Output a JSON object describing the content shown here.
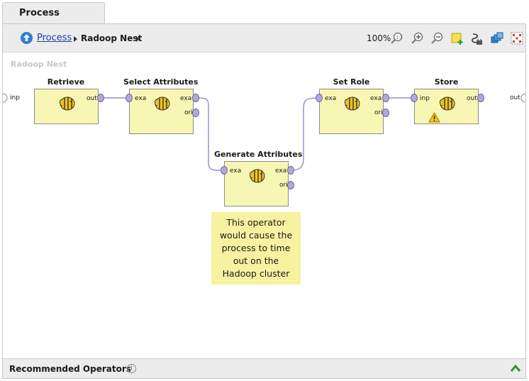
{
  "tab": {
    "label": "Process"
  },
  "breadcrumb": {
    "root": "Process",
    "current": "Radoop Nest"
  },
  "toolbar": {
    "zoom": "100%"
  },
  "canvas": {
    "nest_label": "Radoop Nest",
    "outer_ports": {
      "left": "inp",
      "right": "out"
    },
    "operators": [
      {
        "title": "Retrieve",
        "ports_in": [],
        "ports_out": [
          "out"
        ]
      },
      {
        "title": "Select Attributes",
        "ports_in": [
          "exa"
        ],
        "ports_out": [
          "exa",
          "ori"
        ]
      },
      {
        "title": "Generate Attributes",
        "ports_in": [
          "exa"
        ],
        "ports_out": [
          "exa",
          "ori"
        ]
      },
      {
        "title": "Set Role",
        "ports_in": [
          "exa"
        ],
        "ports_out": [
          "exa",
          "ori"
        ]
      },
      {
        "title": "Store",
        "ports_in": [
          "inp"
        ],
        "ports_out": [
          "out"
        ],
        "warning": true
      }
    ],
    "note": "This operator would cause the process to time out on the Hadoop cluster"
  },
  "bottom": {
    "title": "Recommended Operators",
    "info_icon": "i"
  },
  "colors": {
    "operator_fill": "#f8f6b4",
    "note_fill": "#f8f1a0",
    "port": "#b3a8d8",
    "wire": "#9a8fcf",
    "accent_green": "#2a9a2a"
  }
}
